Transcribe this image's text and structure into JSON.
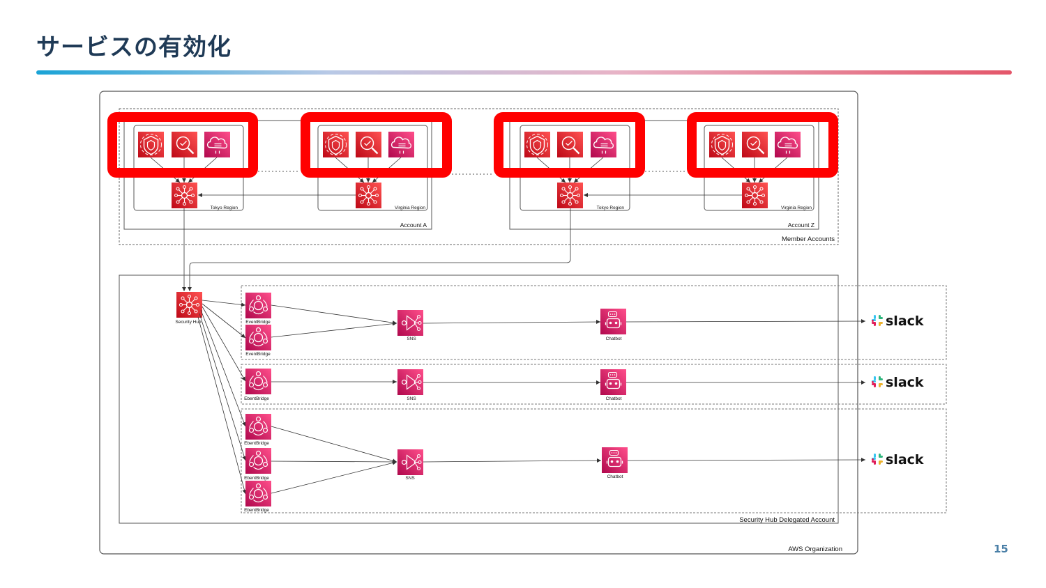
{
  "page": {
    "title": "サービスの有効化",
    "page_number": "15"
  },
  "colors": {
    "title": "#1f3a56",
    "security_red": "#dd344c",
    "integration_pink": "#e7157b",
    "highlight_red": "#ff0000",
    "slack_dark": "#111111"
  },
  "diagram": {
    "containers": {
      "aws_organization": "AWS Organization",
      "member_accounts": "Member Accounts",
      "account_a": "Account A",
      "account_z": "Account Z",
      "delegated_account": "Security Hub Delegated Account"
    },
    "regions": [
      "Tokyo Region",
      "Virginia Region",
      "Tokyo Region",
      "Virginia Region"
    ],
    "region_services": [
      "guardduty-icon",
      "inspector-icon",
      "config-icon"
    ],
    "hub_label": "Security Hub",
    "pipelines": [
      {
        "eventbridge_labels": [
          "EventBridge",
          "EventBridge"
        ],
        "sns_label": "SNS",
        "chatbot_label": "Chatbot",
        "slack_label": "slack"
      },
      {
        "eventbridge_labels": [
          "EbentBridge"
        ],
        "sns_label": "SNS",
        "chatbot_label": "Chatbot",
        "slack_label": "slack"
      },
      {
        "eventbridge_labels": [
          "EbentBridge",
          "EbentBridge",
          "EbentBridge"
        ],
        "sns_label": "SNS",
        "chatbot_label": "Chatbot",
        "slack_label": "slack"
      }
    ]
  }
}
